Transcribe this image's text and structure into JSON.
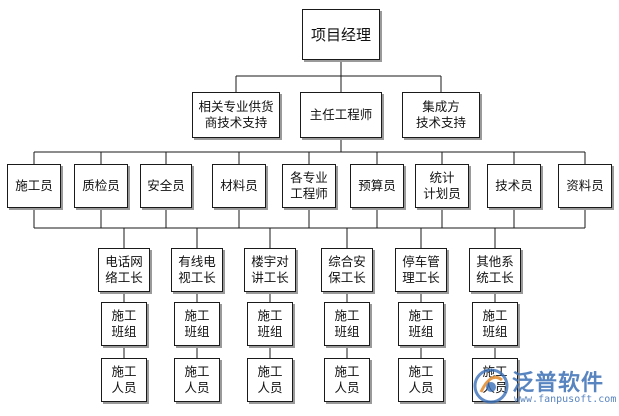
{
  "top": {
    "manager": "项目经理"
  },
  "level2": {
    "left": "相关专业供货\n商技术支持",
    "center": "主任工程师",
    "right": "集成方\n技术支持"
  },
  "staff": [
    "施工员",
    "质检员",
    "安全员",
    "材料员",
    "各专业\n工程师",
    "预算员",
    "统计\n计划员",
    "技术员",
    "资料员"
  ],
  "foremen": [
    "电话网\n络工长",
    "有线电\n视工长",
    "楼宇对\n讲工长",
    "综合安\n保工长",
    "停车管\n理工长",
    "其他系\n统工长"
  ],
  "team_label": "施工\n班组",
  "worker_label": "施工\n人员",
  "watermark": {
    "name": "泛普软件",
    "url": "www.fanpusoft.com",
    "color": "#3b6fb6"
  }
}
